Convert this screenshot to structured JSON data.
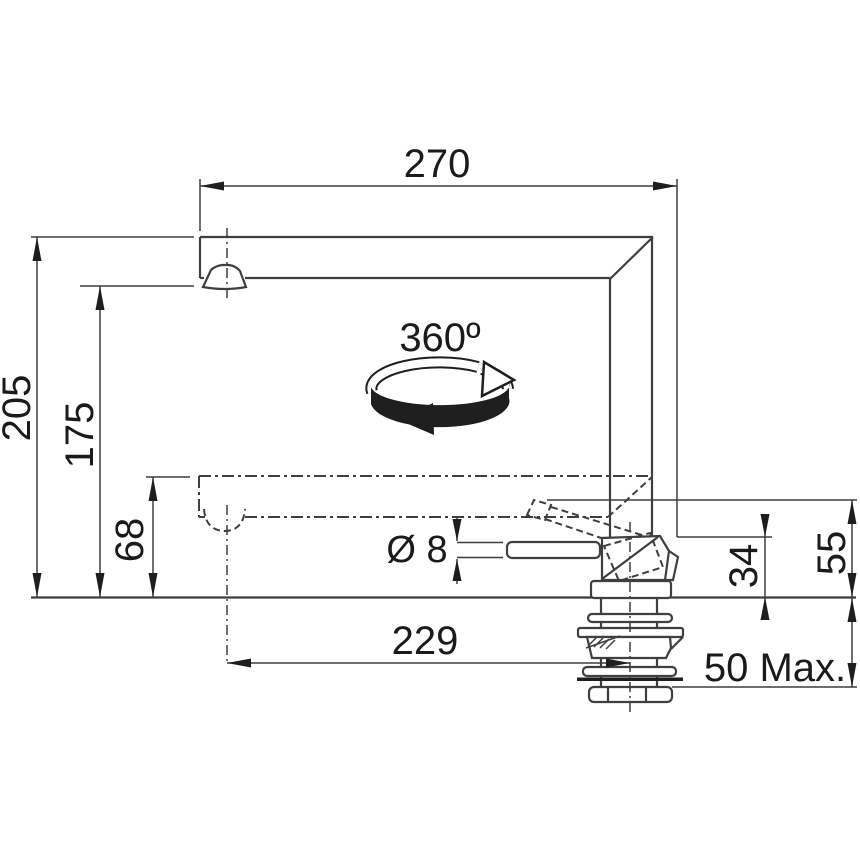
{
  "drawing": {
    "subject": "kitchen-faucet-installation-dimension-diagram",
    "colors": {
      "background": "#ffffff",
      "line": "#3f3f3f",
      "text": "#1a1a1a"
    },
    "dimensions": {
      "spout_width_top": "270",
      "height_overall": "205",
      "height_spout_outlet": "175",
      "height_spout_lowered": "68",
      "swivel_angle": "360º",
      "handle_diameter": "Ø 8",
      "reach_outlet_to_axis": "229",
      "height_body_pivot": "34",
      "height_handle_tip": "55",
      "counter_thickness_max": "50 Max."
    }
  }
}
